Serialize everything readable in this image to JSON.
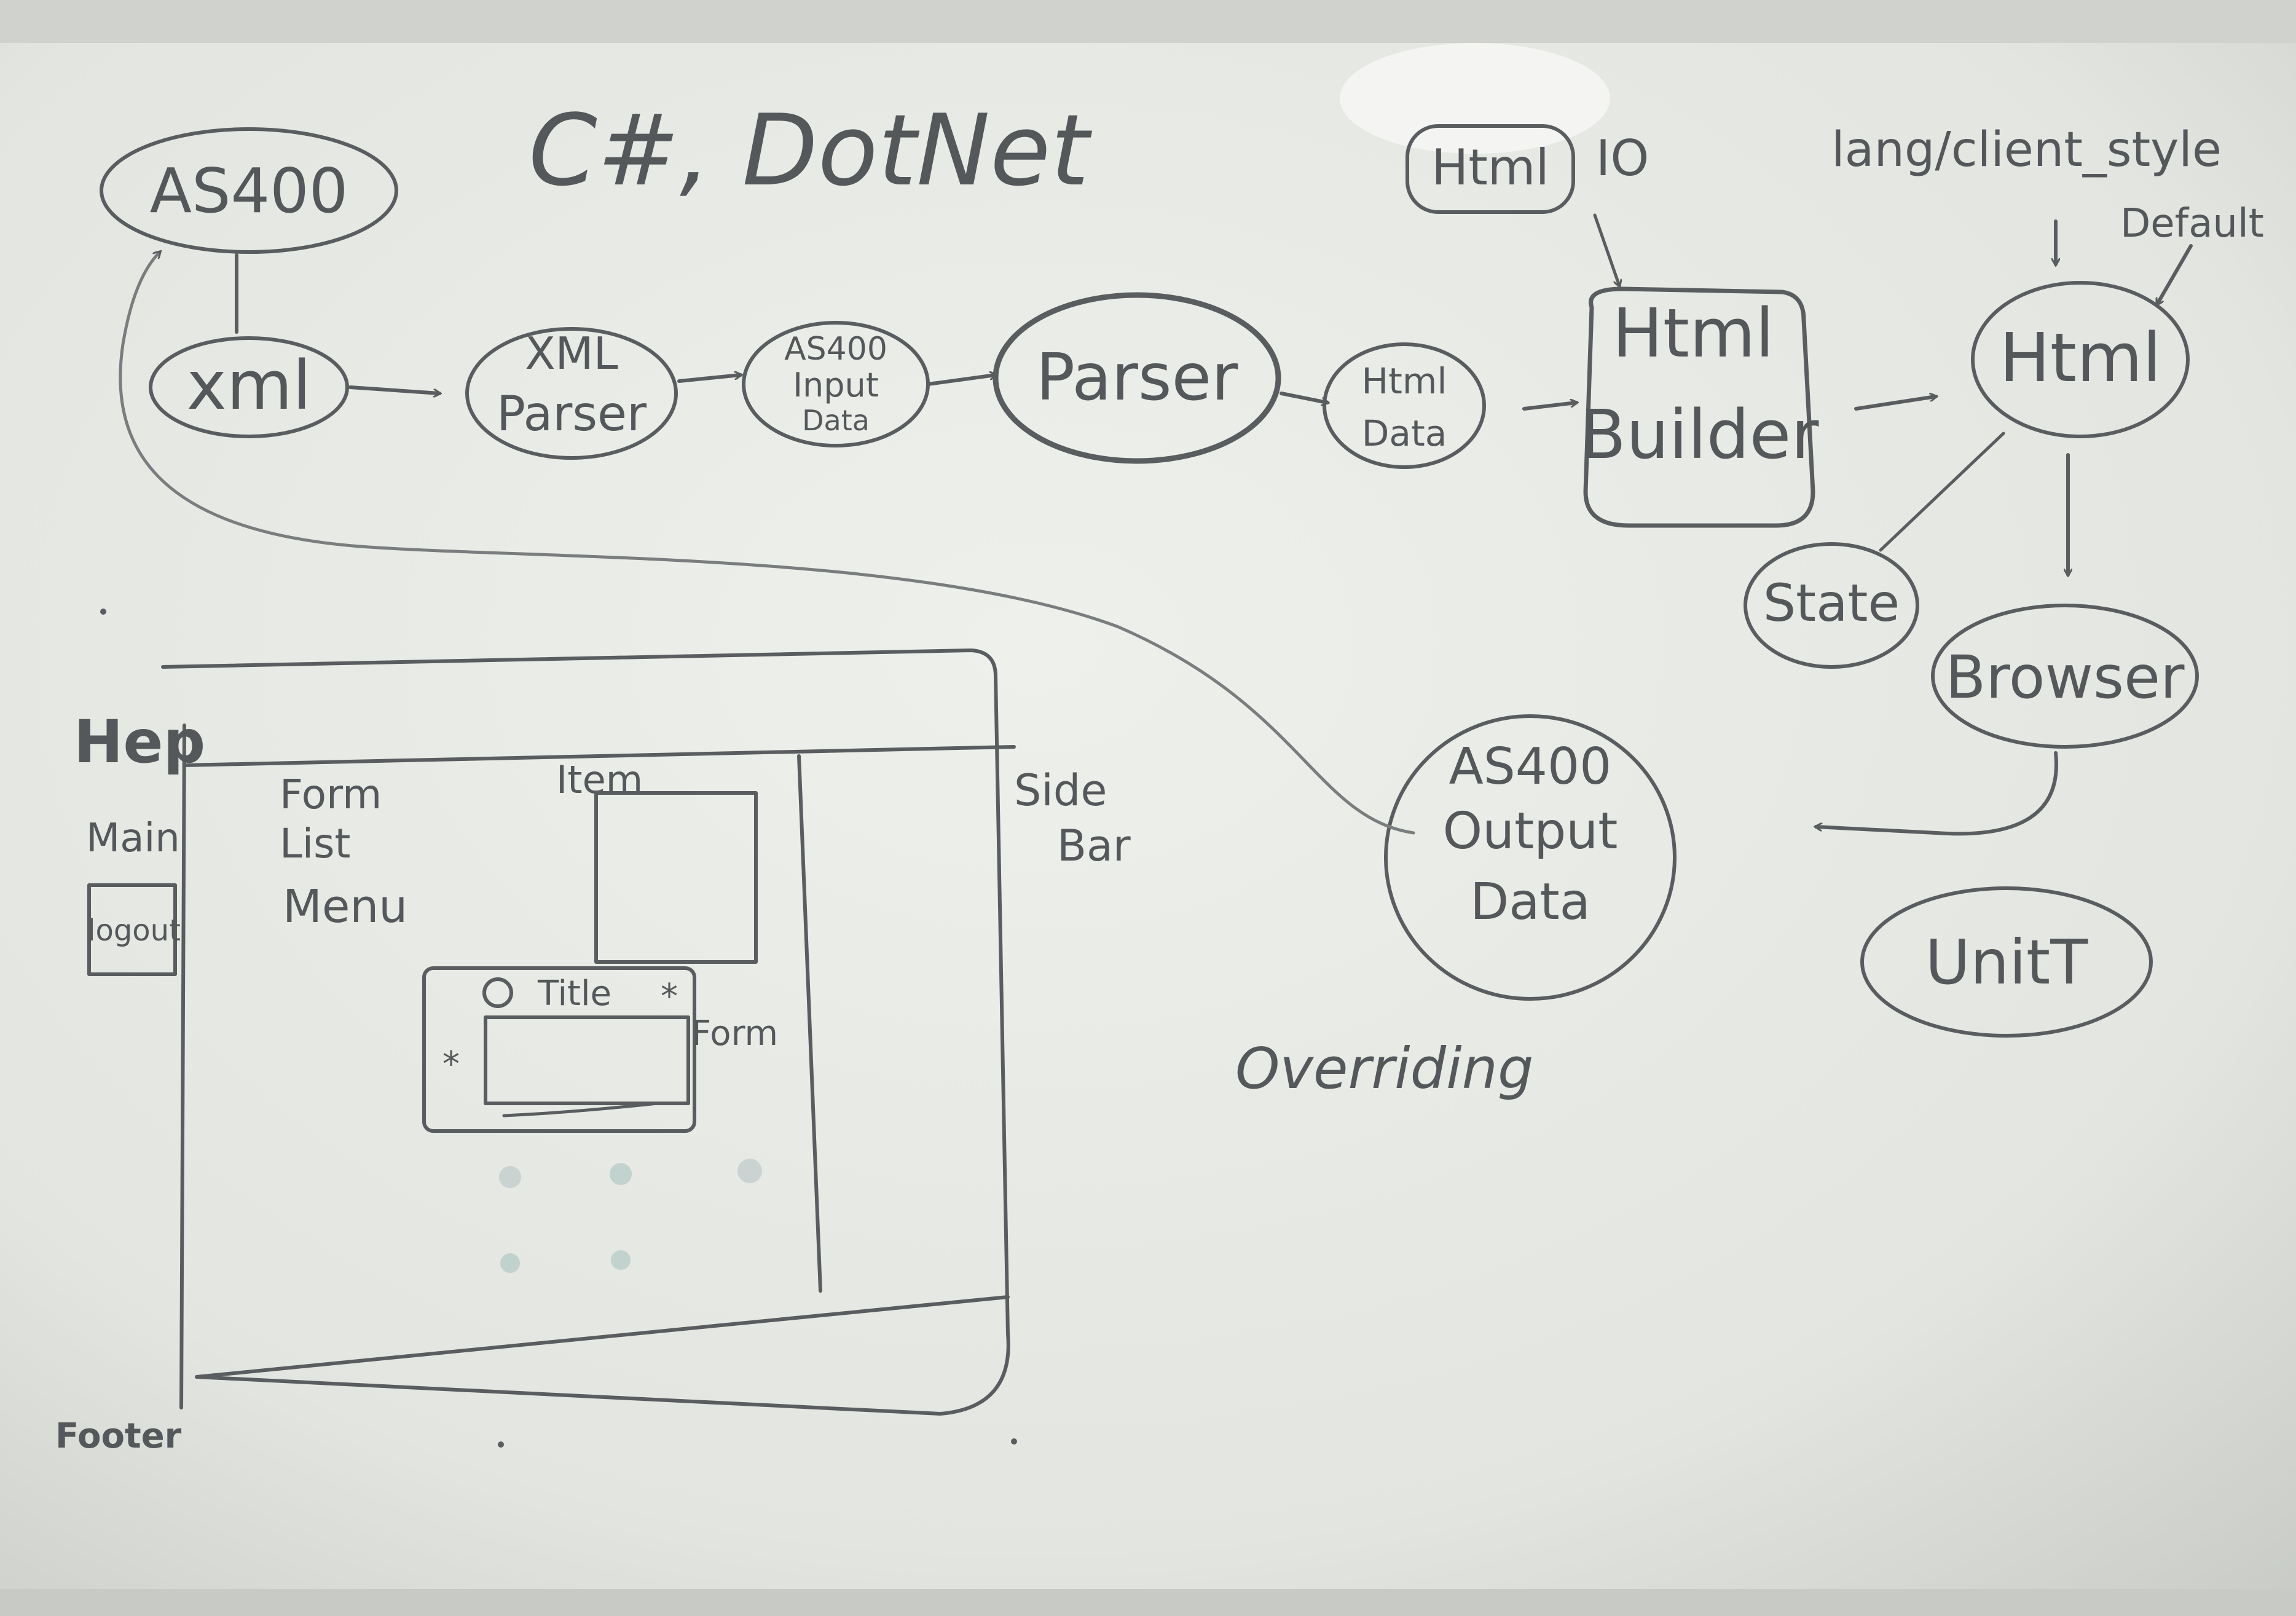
{
  "title": "C#, DotNet",
  "nodes": {
    "as400": "AS400",
    "xml": "xml",
    "xml_parser": [
      "XML",
      "Parser"
    ],
    "as400_input": [
      "AS400",
      "Input",
      "Data"
    ],
    "parser": "Parser",
    "html_data": [
      "Html",
      "Data"
    ],
    "html_io_box": "Html",
    "io_label": "IO",
    "html_builder": [
      "Html",
      "Builder"
    ],
    "lang_client_style": "lang/client_style",
    "default_label": "Default",
    "html": "Html",
    "state": "State",
    "browser": "Browser",
    "as400_output": [
      "AS400",
      "Output",
      "Data"
    ],
    "unit_t": "UnitT"
  },
  "layout_sketch": {
    "header_label": "Hep",
    "main_label": "Main",
    "logout_label": "logout",
    "form_list": [
      "Form",
      "List"
    ],
    "menu": "Menu",
    "item": "Item",
    "side_bar": [
      "Side",
      "Bar"
    ],
    "form_title": "Title",
    "form_label": "Form",
    "footer_label": "Footer"
  },
  "overriding": "Overriding"
}
